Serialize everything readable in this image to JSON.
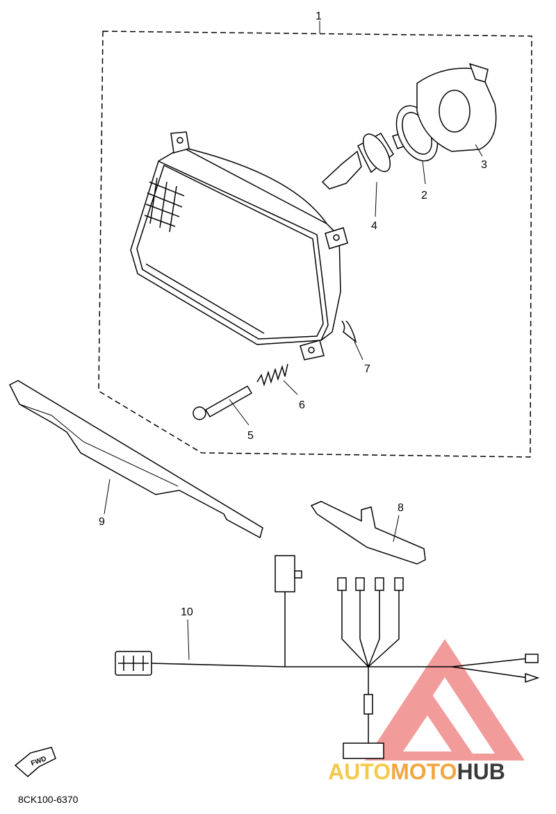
{
  "callouts": {
    "c1": "1",
    "c2": "2",
    "c3": "3",
    "c4": "4",
    "c5": "5",
    "c6": "6",
    "c7": "7",
    "c8": "8",
    "c9": "9",
    "c10": "10"
  },
  "fwd_label": "FWD",
  "diagram_code": "8CK100-6370",
  "watermark": {
    "part1": "AUTO",
    "part2": "MOTO",
    "part3": "HUB",
    "colors": {
      "auto": "#f6c94a",
      "moto": "#f2a640",
      "hub": "#3a3a3a",
      "triangle": "#e84b4b"
    }
  }
}
